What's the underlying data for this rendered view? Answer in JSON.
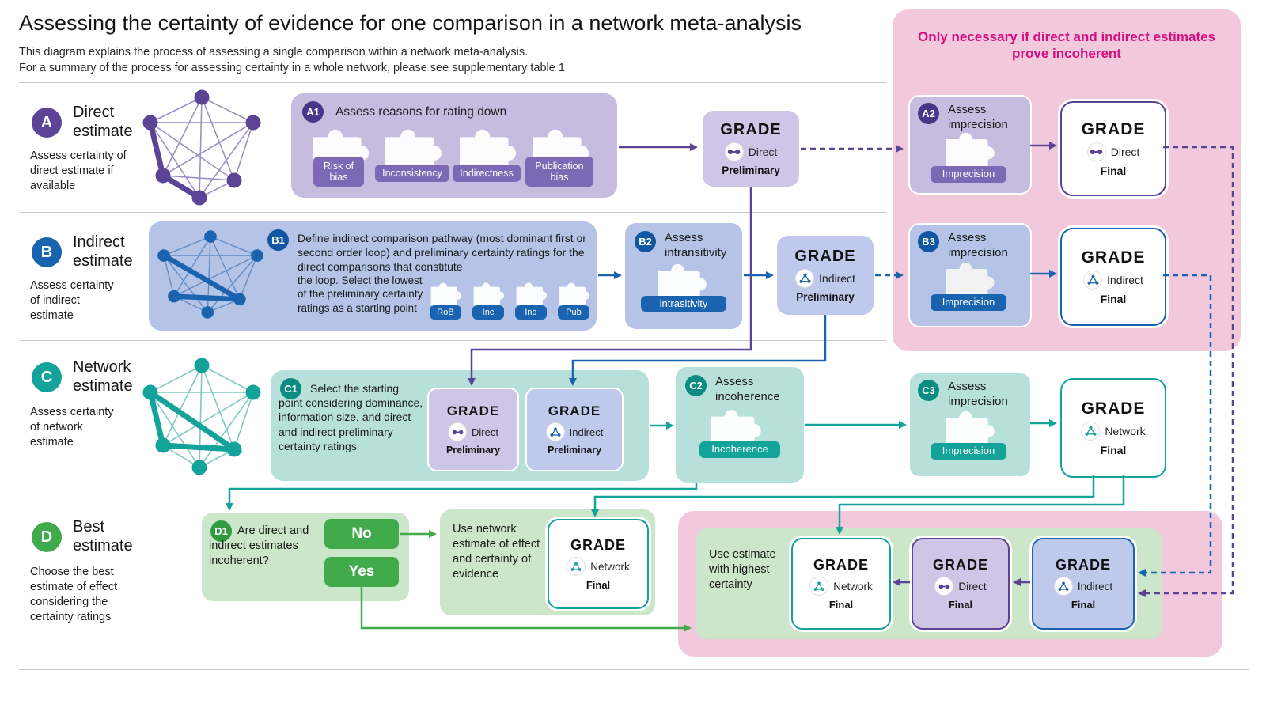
{
  "header": {
    "title": "Assessing the certainty of evidence for one comparison in a network meta-analysis",
    "subtitle1": "This diagram explains the process of assessing a single comparison within a network meta-analysis.",
    "subtitle2": "For a summary of the process for assessing certainty in a whole network, please see supplementary table 1"
  },
  "pink_note": "Only necessary if direct and indirect estimates prove incoherent",
  "colors": {
    "purple": "#5b4496",
    "blue": "#1a63ae",
    "teal": "#14a39a",
    "green": "#41ab4b",
    "pink_bg": "#f2c8dc",
    "magenta": "#d4107f"
  },
  "rowA": {
    "badge": "A",
    "title": "Direct estimate",
    "desc": "Assess certainty of direct estimate if available",
    "a1": {
      "badge": "A1",
      "label": "Assess reasons for rating down",
      "pill1": "Risk of bias",
      "pill2": "Inconsistency",
      "pill3": "Indirectness",
      "pill4": "Publication bias"
    },
    "grade_prelim": {
      "name": "GRADE",
      "type": "Direct",
      "stage": "Preliminary"
    },
    "a2": {
      "badge": "A2",
      "label": "Assess imprecision",
      "pill": "Imprecision"
    },
    "grade_final": {
      "name": "GRADE",
      "type": "Direct",
      "stage": "Final"
    }
  },
  "rowB": {
    "badge": "B",
    "title": "Indirect estimate",
    "desc": "Assess certainty of indirect estimate",
    "b1": {
      "badge": "B1",
      "text1": "Define indirect comparison pathway (most dominant first or second order loop) and preliminary certainty ratings for the direct comparisons that constitute",
      "text2": "the loop. Select the lowest of the preliminary certainty ratings as a starting point",
      "pill1": "RoB",
      "pill2": "Inc",
      "pill3": "Ind",
      "pill4": "Pub"
    },
    "b2": {
      "badge": "B2",
      "label": "Assess intransitivity",
      "pill": "intrasitivity"
    },
    "grade_prelim": {
      "name": "GRADE",
      "type": "Indirect",
      "stage": "Preliminary"
    },
    "b3": {
      "badge": "B3",
      "label": "Assess imprecision",
      "pill": "Imprecision"
    },
    "grade_final": {
      "name": "GRADE",
      "type": "Indirect",
      "stage": "Final"
    }
  },
  "rowC": {
    "badge": "C",
    "title": "Network estimate",
    "desc": "Assess certainty of network estimate",
    "c1": {
      "badge": "C1",
      "text": "Select the starting point considering dominance, information size, and direct and indirect preliminary certainty ratings",
      "grade_direct": {
        "name": "GRADE",
        "type": "Direct",
        "stage": "Preliminary"
      },
      "grade_indirect": {
        "name": "GRADE",
        "type": "Indirect",
        "stage": "Preliminary"
      }
    },
    "c2": {
      "badge": "C2",
      "label": "Assess incoherence",
      "pill": "Incoherence"
    },
    "c3": {
      "badge": "C3",
      "label": "Assess imprecision",
      "pill": "Imprecision"
    },
    "grade_final": {
      "name": "GRADE",
      "type": "Network",
      "stage": "Final"
    }
  },
  "rowD": {
    "badge": "D",
    "title": "Best estimate",
    "desc": "Choose the best estimate of effect considering the certainty ratings",
    "d1": {
      "badge": "D1",
      "question": "Are direct and indirect estimates incoherent?",
      "no": "No",
      "yes": "Yes"
    },
    "no_box": {
      "text": "Use network estimate of effect and certainty of evidence",
      "grade": {
        "name": "GRADE",
        "type": "Network",
        "stage": "Final"
      }
    },
    "yes_box": {
      "text": "Use estimate with highest certainty",
      "grade_network": {
        "name": "GRADE",
        "type": "Network",
        "stage": "Final"
      },
      "grade_direct": {
        "name": "GRADE",
        "type": "Direct",
        "stage": "Final"
      },
      "grade_indirect": {
        "name": "GRADE",
        "type": "Indirect",
        "stage": "Final"
      }
    }
  }
}
